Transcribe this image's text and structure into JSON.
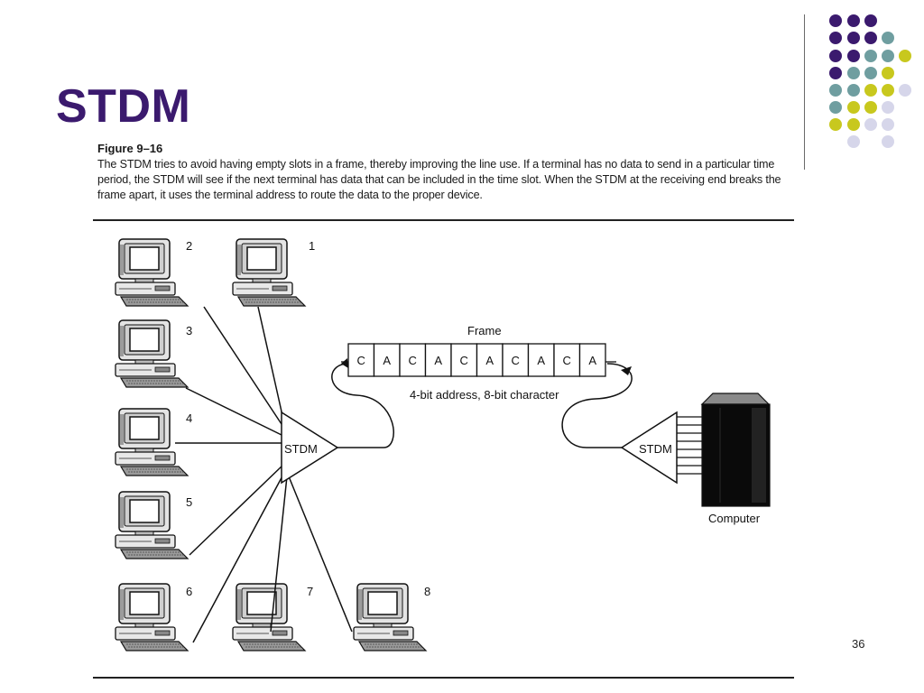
{
  "slide": {
    "title": "STDM",
    "page_number": "36"
  },
  "figure": {
    "label": "Figure 9–16",
    "caption": "The STDM tries to avoid having empty slots in a frame, thereby improving the line use. If a terminal has no data to send in a particular time period, the STDM will see if the next terminal has data that can be included in the time slot. When the STDM at the receiving end breaks the frame apart, it uses the terminal address to route the data to the proper device."
  },
  "diagram": {
    "terminals": [
      "2",
      "1",
      "3",
      "4",
      "5",
      "6",
      "7",
      "8"
    ],
    "mux_left_label": "STDM",
    "mux_right_label": "STDM",
    "frame_title": "Frame",
    "frame_cells": [
      "C",
      "A",
      "C",
      "A",
      "C",
      "A",
      "C",
      "A",
      "C",
      "A"
    ],
    "frame_subtitle": "4-bit address, 8-bit character",
    "computer_label": "Computer"
  },
  "theme": {
    "title_color": "#3b1a6e",
    "dot_colors": [
      "#3b1a6e",
      "#6f9ea0",
      "#c8c81e",
      "#d6d6ea"
    ]
  }
}
